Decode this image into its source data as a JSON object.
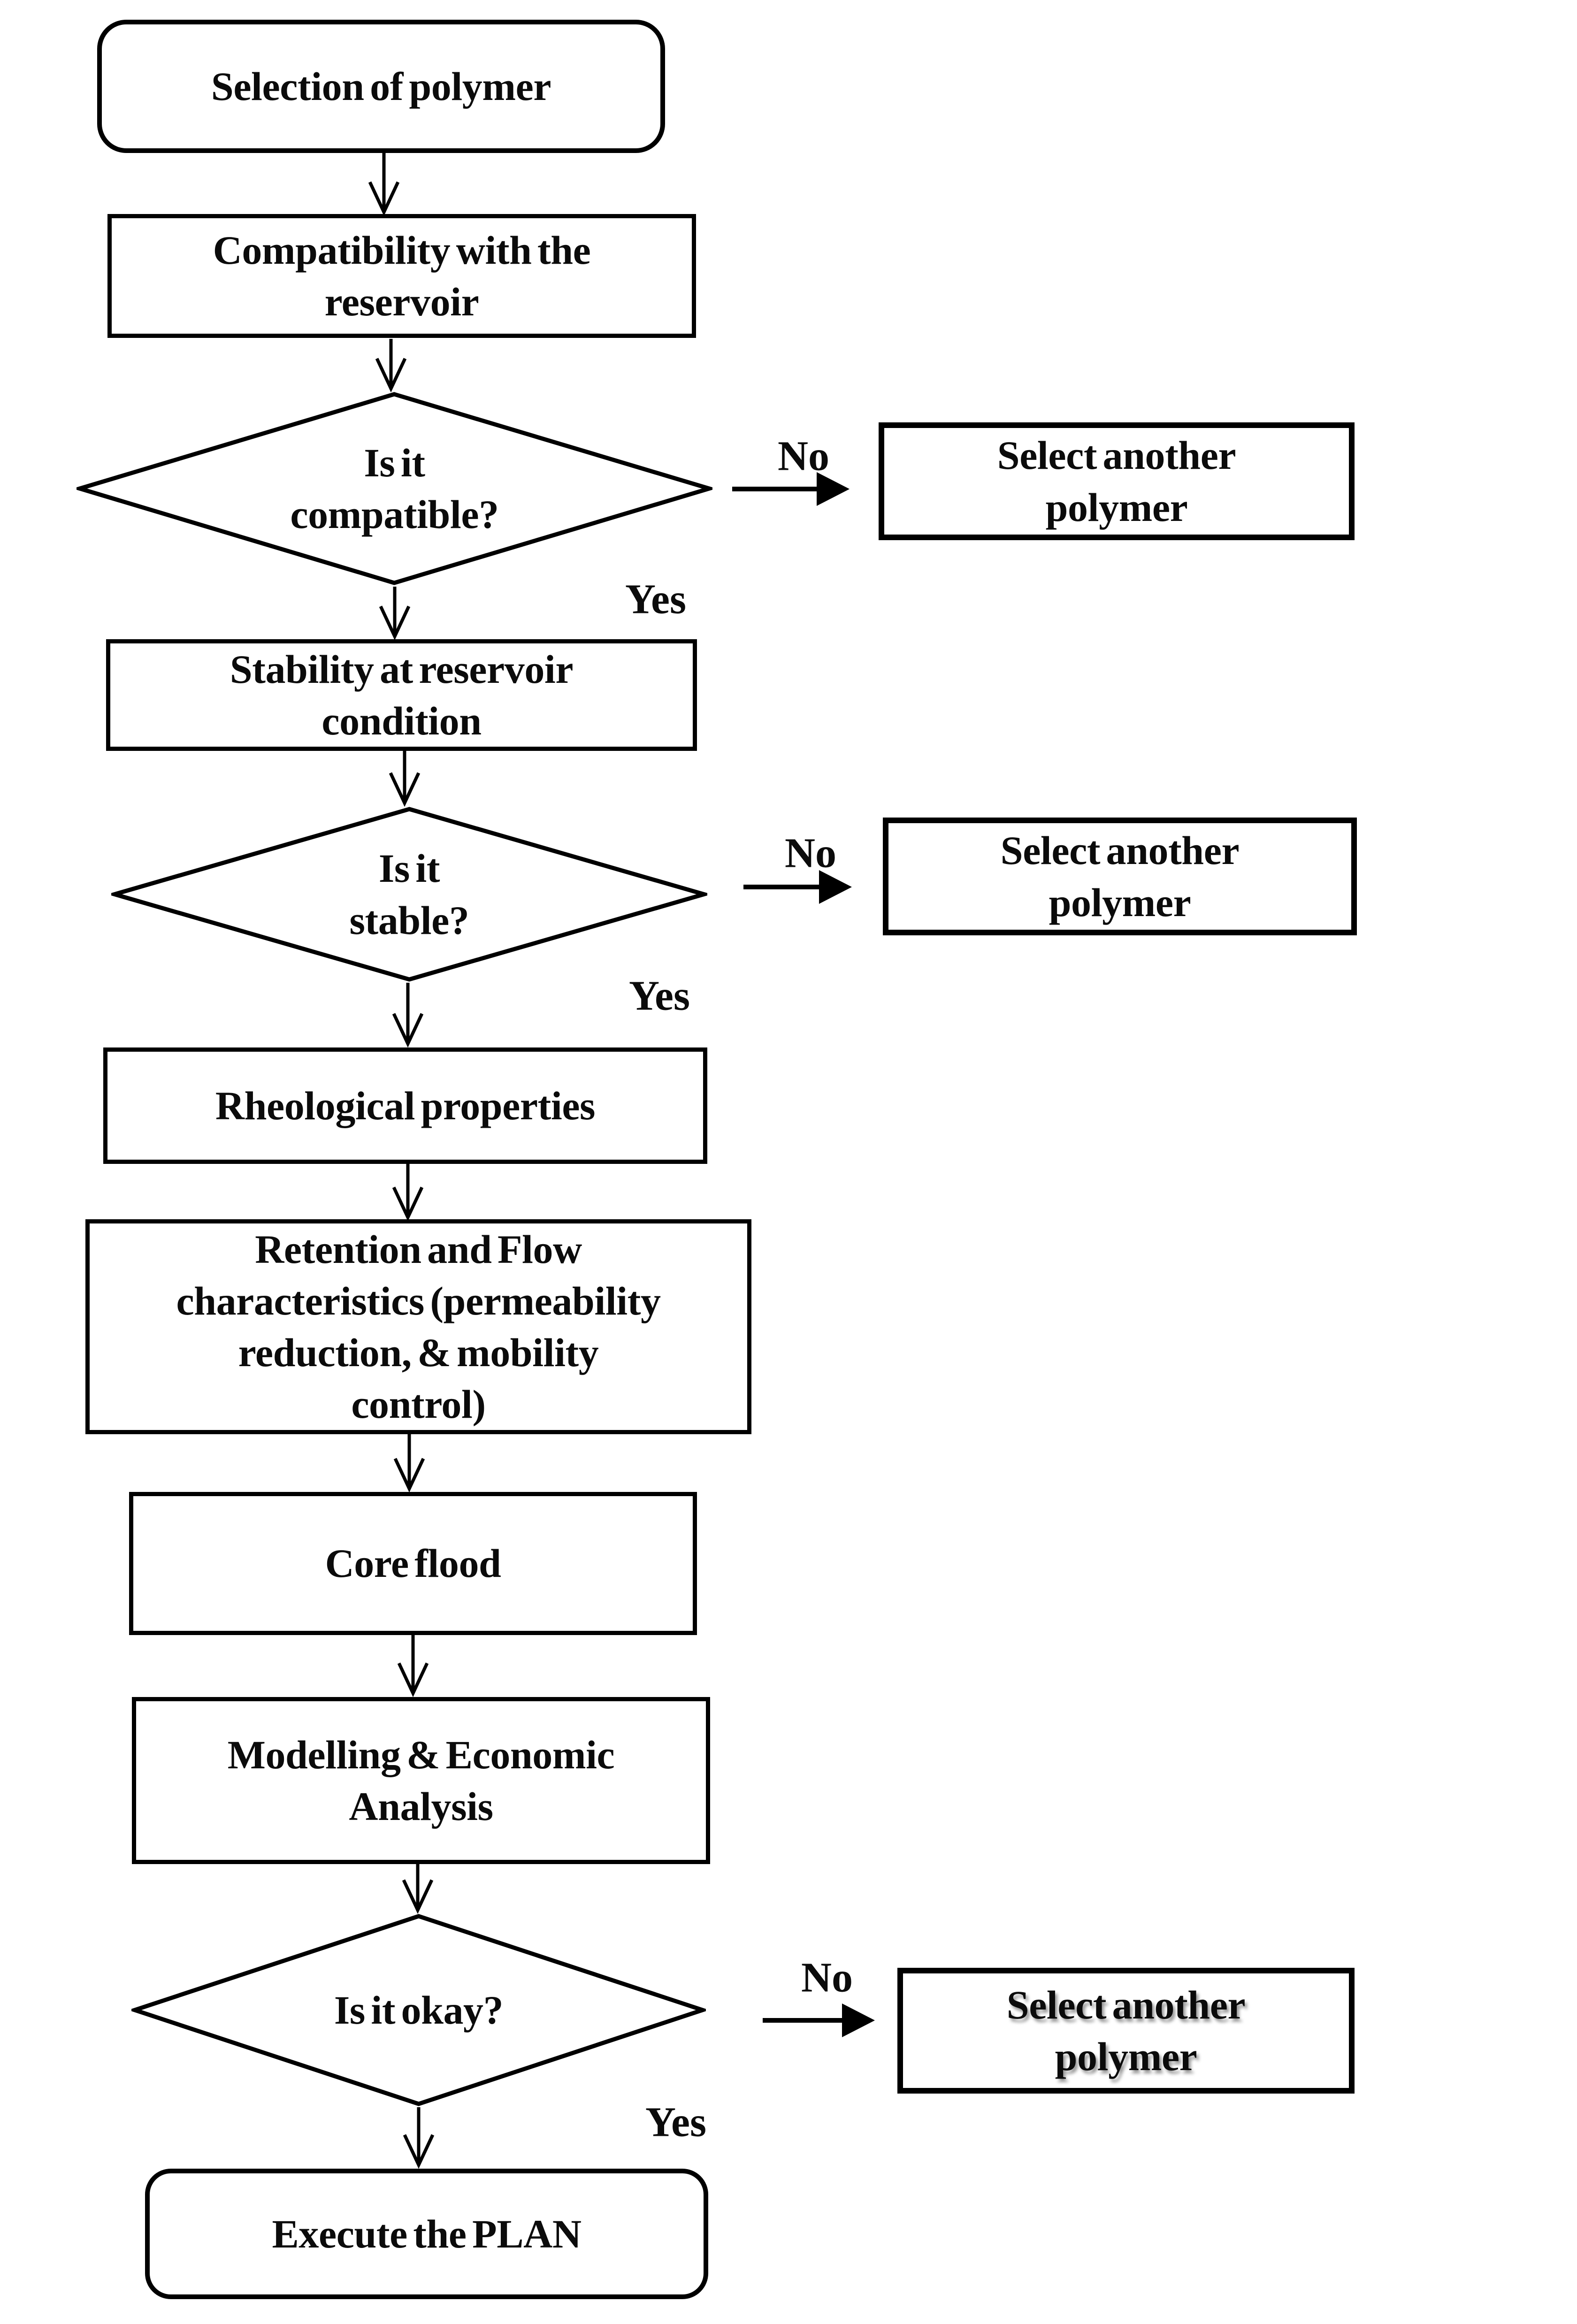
{
  "page": {
    "background": "#ffffff",
    "ink": "#000000",
    "description": "Flowchart for polymer screening and selection for EOR"
  },
  "flowchart": {
    "nodes": [
      {
        "id": "selection",
        "type": "terminator",
        "label": "Selection of polymer"
      },
      {
        "id": "compatibility",
        "type": "process",
        "label": "Compatibility with the\nreservoir"
      },
      {
        "id": "is-it-compatible",
        "type": "decision",
        "label": "Is it\ncompatible?"
      },
      {
        "id": "select-another-polymer-1",
        "type": "process",
        "label": "Select another\npolymer"
      },
      {
        "id": "stability",
        "type": "process",
        "label": "Stability at reservoir\ncondition"
      },
      {
        "id": "is-it-stable",
        "type": "decision",
        "label": "Is it\nstable?"
      },
      {
        "id": "select-another-polymer-2",
        "type": "process",
        "label": "Select another\npolymer"
      },
      {
        "id": "rheological",
        "type": "process",
        "label": "Rheological properties"
      },
      {
        "id": "retention-flow",
        "type": "process",
        "label": "Retention and  Flow\ncharacteristics (permeability\nreduction, & mobility\ncontrol)"
      },
      {
        "id": "core-flood",
        "type": "process",
        "label": "Core flood"
      },
      {
        "id": "modelling-economic",
        "type": "process",
        "label": "Modelling & Economic\nAnalysis"
      },
      {
        "id": "is-it-okay",
        "type": "decision",
        "label": "Is it okay?"
      },
      {
        "id": "select-another-polymer-3",
        "type": "process",
        "label": "Select another\npolymer"
      },
      {
        "id": "execute-plan",
        "type": "terminator",
        "label": "Execute the PLAN"
      }
    ],
    "edge_labels": [
      {
        "id": "no-1",
        "text": "No"
      },
      {
        "id": "yes-1",
        "text": "Yes"
      },
      {
        "id": "no-2",
        "text": "No"
      },
      {
        "id": "yes-2",
        "text": "Yes"
      },
      {
        "id": "no-3",
        "text": "No"
      },
      {
        "id": "yes-3",
        "text": "Yes"
      }
    ]
  }
}
